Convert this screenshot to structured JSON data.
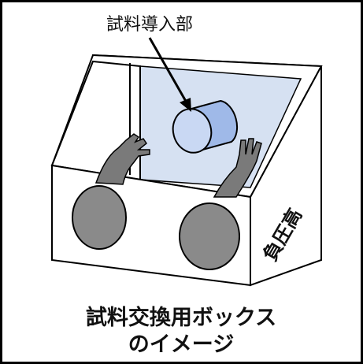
{
  "figure": {
    "callout_label": "試料導入部",
    "side_label": "負圧高",
    "caption_line1": "試料交換用ボックス",
    "caption_line2": "のイメージ"
  },
  "colors": {
    "border": "#000000",
    "box_fill": "#ffffff",
    "window_fill": "#d6e1f2",
    "cylinder_fill": "#9fb9e8",
    "glove_port_fill": "#8a8a8a",
    "glove_fill": "#7a7a7a",
    "line": "#000000"
  },
  "icons": {
    "arrow": "arrow-down-right-icon",
    "cylinder": "sample-cylinder-icon",
    "glove": "glove-hand-icon",
    "port": "glove-port-icon"
  }
}
